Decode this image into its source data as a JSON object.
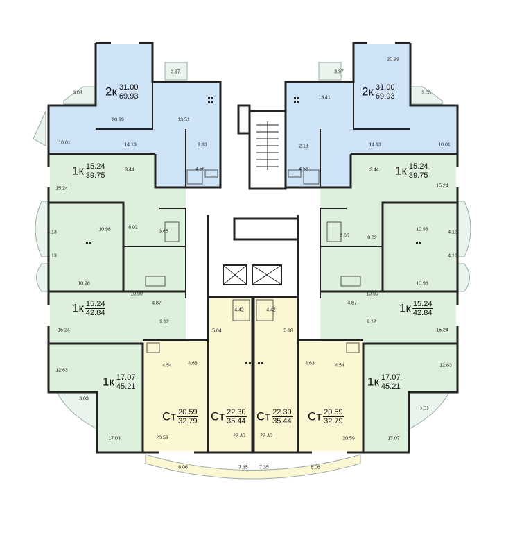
{
  "colors": {
    "two_room": "#cfe3f6",
    "one_room": "#ddf0dc",
    "studio": "#fbf7d2",
    "wall": "#222222",
    "corridor": "#ffffff"
  },
  "apartments": [
    {
      "id": "2k-left",
      "type": "2к",
      "living": "31.00",
      "total": "69.93"
    },
    {
      "id": "2k-right",
      "type": "2к",
      "living": "31.00",
      "total": "69.93"
    },
    {
      "id": "1k-a-left",
      "type": "1к",
      "living": "15.24",
      "total": "39.75"
    },
    {
      "id": "1k-a-right",
      "type": "1к",
      "living": "15.24",
      "total": "39.75"
    },
    {
      "id": "1k-b-left",
      "type": "1к",
      "living": "15.24",
      "total": "42.84"
    },
    {
      "id": "1k-b-right",
      "type": "1к",
      "living": "15.24",
      "total": "42.84"
    },
    {
      "id": "1k-c-left",
      "type": "1к",
      "living": "17.07",
      "total": "45.21"
    },
    {
      "id": "1k-c-right",
      "type": "1к",
      "living": "17.07",
      "total": "45.21"
    },
    {
      "id": "st-1",
      "type": "Ст",
      "living": "20.59",
      "total": "32.79"
    },
    {
      "id": "st-2",
      "type": "Ст",
      "living": "22.30",
      "total": "35.44"
    },
    {
      "id": "st-3",
      "type": "Ст",
      "living": "22.30",
      "total": "35.44"
    },
    {
      "id": "st-4",
      "type": "Ст",
      "living": "20.59",
      "total": "32.79"
    }
  ],
  "room_areas": [
    "3.97",
    "20.99",
    "3.03",
    "13.51",
    "10.01",
    "14.13",
    "2.13",
    "4.56",
    "3.97",
    "20.99",
    "13.41",
    "3.03",
    "14.13",
    "10.01",
    "2.13",
    "4.56",
    "3.44",
    "15.24",
    "3.44",
    "15.24",
    "4.13",
    "10.98",
    "8.02",
    "3.65",
    "4.13",
    "10.98",
    "8.02",
    "3.65",
    "4.13",
    "10.98",
    "10.90",
    "4.13",
    "10.98",
    "10.90",
    "4.87",
    "15.24",
    "9.12",
    "4.87",
    "15.24",
    "9.12",
    "12.63",
    "3.03",
    "17.03",
    "12.63",
    "3.03",
    "17.07",
    "4.42",
    "4.42",
    "5.04",
    "5.18",
    "4.54",
    "4.63",
    "4.63",
    "4.54",
    "20.59",
    "22.30",
    "22.30",
    "20.59",
    "6.06",
    "7.35",
    "7.35",
    "6.06"
  ]
}
